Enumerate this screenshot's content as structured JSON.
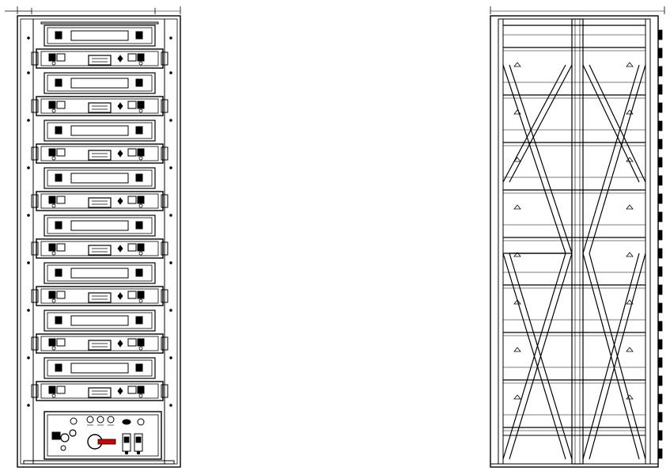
{
  "drawing": {
    "front_view": {
      "module_count": 8,
      "control_unit": {
        "knob": "rotary-switch-icon",
        "indicators": 3
      }
    },
    "rear_view": {
      "shelf_count": 8,
      "bracing": "diagonal-cross"
    },
    "colors": {
      "line": "#000000",
      "background": "#ffffff",
      "accent": "#d40000"
    }
  }
}
